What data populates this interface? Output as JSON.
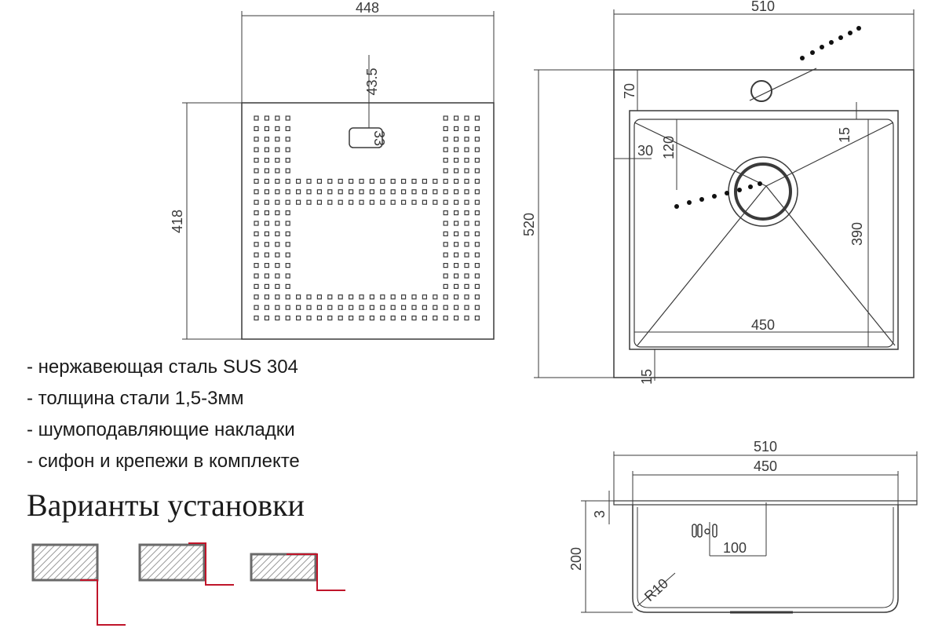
{
  "features": [
    "- нержавеющая сталь SUS 304",
    "- толщина стали 1,5-3мм",
    "- шумоподавляющие накладки",
    "- сифон и крепежи в комплекте"
  ],
  "install": {
    "title": "Варианты установки"
  },
  "grid_view": {
    "width": "448",
    "height": "418",
    "slot_offset": "43.5",
    "slot_height": "33"
  },
  "top_view": {
    "width": "510",
    "height": "520",
    "tap_offset": "70",
    "edge_30": "30",
    "drain_offset": "120",
    "margin_15_top": "15",
    "inner_height": "390",
    "inner_width": "450",
    "margin_15_bottom": "15"
  },
  "side_view": {
    "width": "510",
    "inner_width": "450",
    "rim": "3",
    "depth": "200",
    "overflow_offset": "100",
    "radius": "R10"
  },
  "colors": {
    "line": "#3a3a3a",
    "accent": "#c0152a",
    "hatch": "#9a9a9a"
  }
}
